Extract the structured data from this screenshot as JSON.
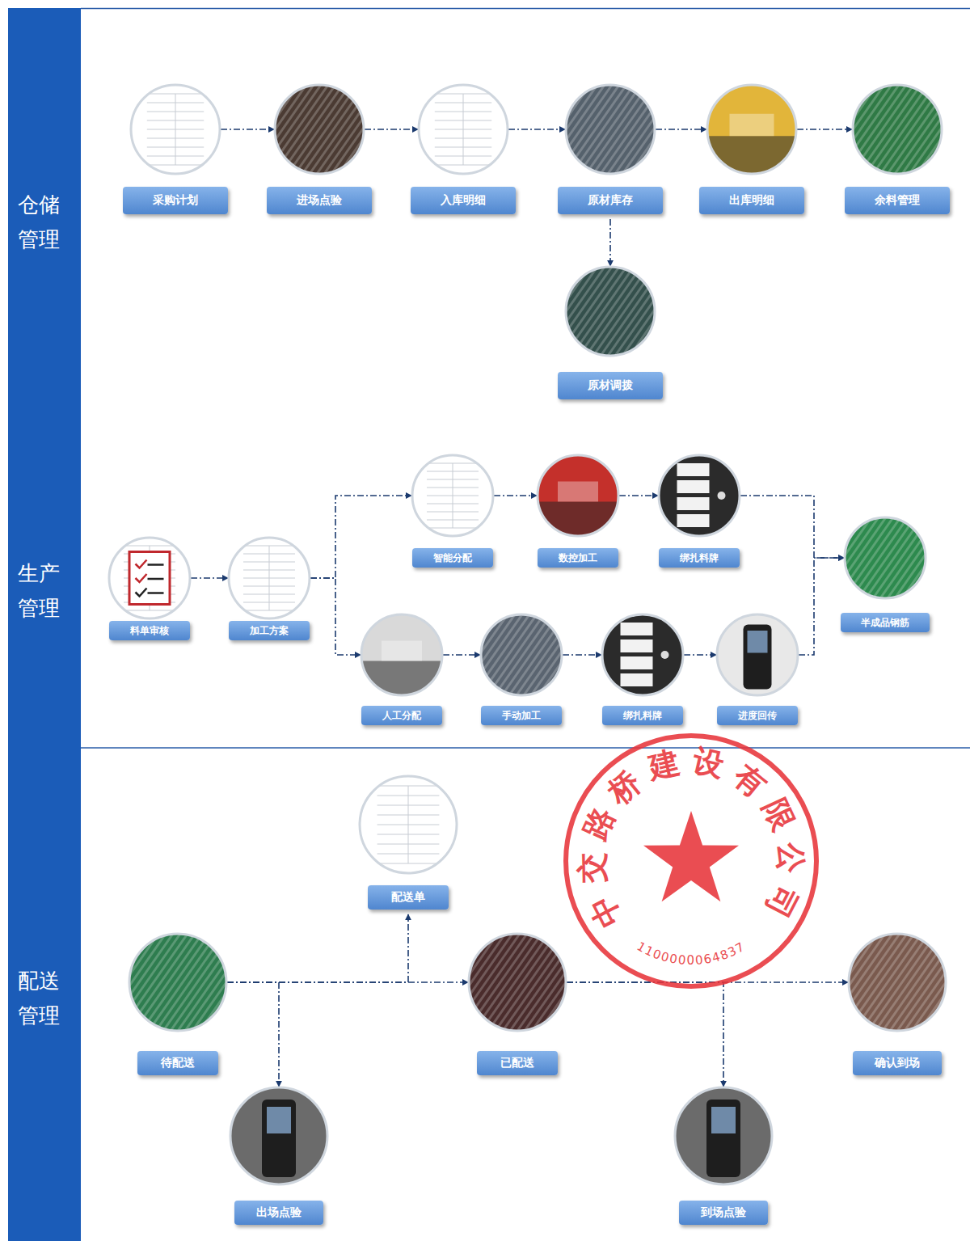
{
  "diagram": {
    "nodes": [
      {
        "text": [
          "采购计划"
        ]
      },
      {
        "text": [
          "进场点验"
        ]
      },
      {
        "text": [
          "入库明细"
        ]
      },
      {
        "text": [
          "原材库存"
        ]
      },
      {
        "text": [
          "出库明细"
        ]
      },
      {
        "text": [
          "余料管理"
        ]
      },
      {
        "text": [
          "原材调拨"
        ]
      },
      {
        "text": [
          "料单审核"
        ]
      },
      {
        "text": [
          "加工方案"
        ]
      },
      {
        "text": [
          "智能分配"
        ]
      },
      {
        "text": [
          "数控加工"
        ]
      },
      {
        "text": [
          "绑扎料牌"
        ]
      },
      {
        "text": [
          "人工分配"
        ]
      },
      {
        "text": [
          "手动加工"
        ]
      },
      {
        "text": [
          "绑扎料牌"
        ]
      },
      {
        "text": [
          "进度回传"
        ]
      },
      {
        "text": [
          "半成品钢筋"
        ]
      },
      {
        "text": [
          "待配送"
        ]
      },
      {
        "text": [
          "配送单"
        ]
      },
      {
        "text": [
          "出场点验"
        ]
      },
      {
        "text": [
          "已配送"
        ]
      },
      {
        "text": [
          "到场点验"
        ]
      },
      {
        "text": [
          "确认到场"
        ]
      }
    ],
    "edges": [
      {
        "from": 0,
        "to": 1,
        "arrow": "to"
      },
      {
        "from": 1,
        "to": 2,
        "arrow": "to"
      },
      {
        "from": 2,
        "to": 3,
        "arrow": "to"
      },
      {
        "from": 3,
        "to": 4,
        "arrow": "to"
      },
      {
        "from": 4,
        "to": 5,
        "arrow": "to"
      },
      {
        "from": 3,
        "to": 6,
        "arrow": "to"
      },
      {
        "from": 7,
        "to": 8,
        "arrow": "to"
      },
      {
        "from": 8,
        "to": 9,
        "arrow": "to"
      },
      {
        "from": 8,
        "to": 12,
        "arrow": "to"
      },
      {
        "from": 9,
        "to": 10,
        "arrow": "to"
      },
      {
        "from": 10,
        "to": 11,
        "arrow": "to"
      },
      {
        "from": 11,
        "to": 16,
        "arrow": "to"
      },
      {
        "from": 12,
        "to": 13,
        "arrow": "to"
      },
      {
        "from": 13,
        "to": 14,
        "arrow": "to"
      },
      {
        "from": 14,
        "to": 15,
        "arrow": "to"
      },
      {
        "from": 15,
        "to": 16,
        "arrow": "to"
      },
      {
        "from": 17,
        "to": 18,
        "arrow": "to"
      },
      {
        "from": 17,
        "to": 19,
        "arrow": "to"
      },
      {
        "from": 17,
        "to": 20,
        "arrow": "to"
      },
      {
        "from": 20,
        "to": 21,
        "arrow": "to"
      },
      {
        "from": 20,
        "to": 22,
        "arrow": "to"
      }
    ],
    "labels": [
      "仓储 管理",
      "生产 管理",
      "配送 管理",
      "中交路桥建设有限公司",
      "1100000064837"
    ]
  }
}
